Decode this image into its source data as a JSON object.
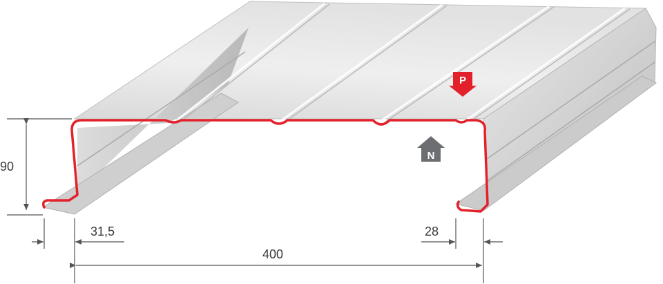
{
  "dimensions": {
    "height": "90",
    "left_flange": "31,5",
    "right_flange": "28",
    "width": "400"
  },
  "load_markers": {
    "positive": "P",
    "negative": "N"
  },
  "colors": {
    "profile_outline": "#e3212b",
    "marker_p": "#e3212b",
    "marker_n": "#6d6e71",
    "dimension_line": "#555555",
    "sheet_light": "#f1f1f1",
    "sheet_dark": "#c8c8c8"
  }
}
